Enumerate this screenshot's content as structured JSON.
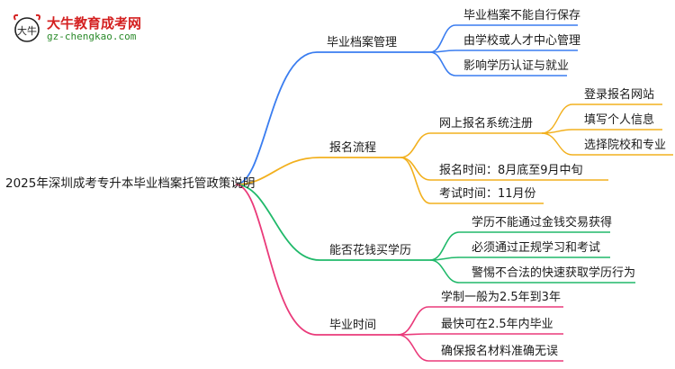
{
  "logo": {
    "title": "大牛教育成考网",
    "url": "gz-chengkao.com",
    "mark": "大牛"
  },
  "root": {
    "label": "2025年深圳成考专升本毕业档案托管政策说明"
  },
  "colors": {
    "branch_1": "#3a7df0",
    "branch_2": "#f2b01e",
    "branch_3": "#20b96a",
    "branch_4": "#ea3a7a",
    "brand_red": "#d42020",
    "brand_green": "#2a8a2a"
  },
  "branches": [
    {
      "label": "毕业档案管理",
      "children": [
        {
          "label": "毕业档案不能自行保存"
        },
        {
          "label": "由学校或人才中心管理"
        },
        {
          "label": "影响学历认证与就业"
        }
      ]
    },
    {
      "label": "报名流程",
      "children": [
        {
          "label": "网上报名系统注册",
          "children": [
            {
              "label": "登录报名网站"
            },
            {
              "label": "填写个人信息"
            },
            {
              "label": "选择院校和专业"
            }
          ]
        },
        {
          "label": "报名时间：8月底至9月中旬"
        },
        {
          "label": "考试时间：11月份"
        }
      ]
    },
    {
      "label": "能否花钱买学历",
      "children": [
        {
          "label": "学历不能通过金钱交易获得"
        },
        {
          "label": "必须通过正规学习和考试"
        },
        {
          "label": "警惕不合法的快速获取学历行为"
        }
      ]
    },
    {
      "label": "毕业时间",
      "children": [
        {
          "label": "学制一般为2.5年到3年"
        },
        {
          "label": "最快可在2.5年内毕业"
        },
        {
          "label": "确保报名材料准确无误"
        }
      ]
    }
  ]
}
